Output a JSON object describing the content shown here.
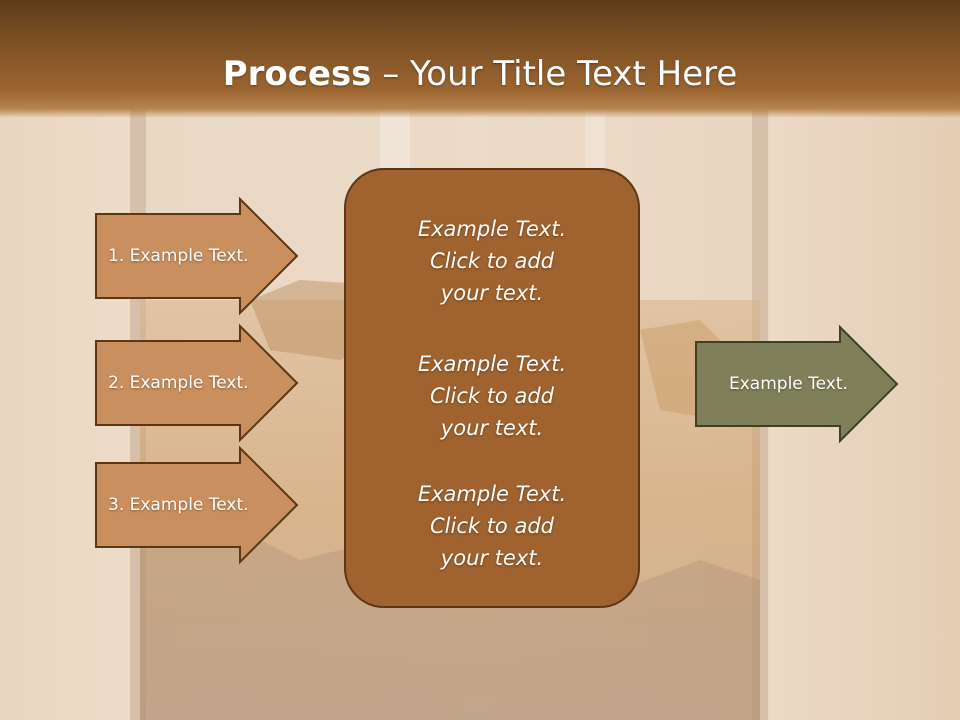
{
  "slide": {
    "title_bold": "Process",
    "title_rest": " – Your Title Text Here"
  },
  "left_arrows": [
    {
      "label": "1. Example Text."
    },
    {
      "label": "2. Example Text."
    },
    {
      "label": "3. Example Text."
    }
  ],
  "center_box": {
    "paragraphs": [
      {
        "line1": "Example Text.",
        "line2": "Click  to add",
        "line3": "your text."
      },
      {
        "line1": "Example Text.",
        "line2": "Click  to add",
        "line3": "your text."
      },
      {
        "line1": "Example Text.",
        "line2": "Click  to add",
        "line3": "your text."
      }
    ]
  },
  "right_arrow": {
    "label": "Example Text."
  },
  "colors": {
    "header_dark": "#5e3c1a",
    "arrow_tan": "#c98f5f",
    "arrow_stroke": "#5b3514",
    "center_box": "#a0622e",
    "right_arrow": "#7f7f59"
  }
}
